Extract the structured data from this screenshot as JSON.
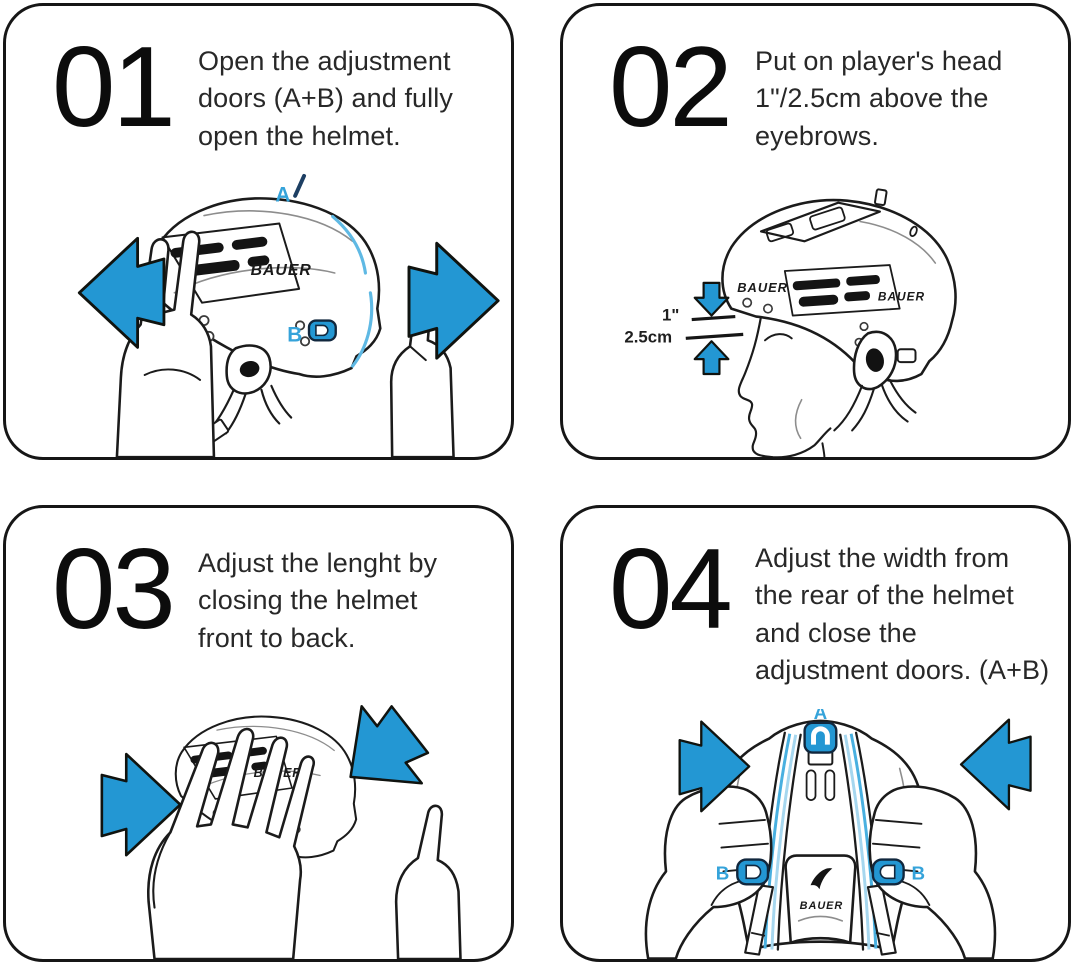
{
  "brand": "BAUER",
  "colors": {
    "arrow_blue": "#2397d3",
    "label_blue": "#35a3da",
    "line": "#161616"
  },
  "steps": [
    {
      "number": "01",
      "lines": [
        "Open the adjustment",
        "doors (A+B) and fully",
        "open the helmet."
      ],
      "labels": {
        "a": "A",
        "b": "B"
      }
    },
    {
      "number": "02",
      "lines": [
        "Put on player's head",
        "1\"/2.5cm above the",
        "eyebrows."
      ],
      "measurements": {
        "inches": "1\"",
        "cm": "2.5cm"
      }
    },
    {
      "number": "03",
      "lines": [
        "Adjust the lenght by",
        "closing the helmet",
        "front to back."
      ]
    },
    {
      "number": "04",
      "lines": [
        "Adjust the width from",
        "the rear of the helmet",
        "and close the",
        "adjustment doors. (A+B)"
      ],
      "labels": {
        "a": "A",
        "b_left": "B",
        "b_right": "B"
      }
    }
  ]
}
